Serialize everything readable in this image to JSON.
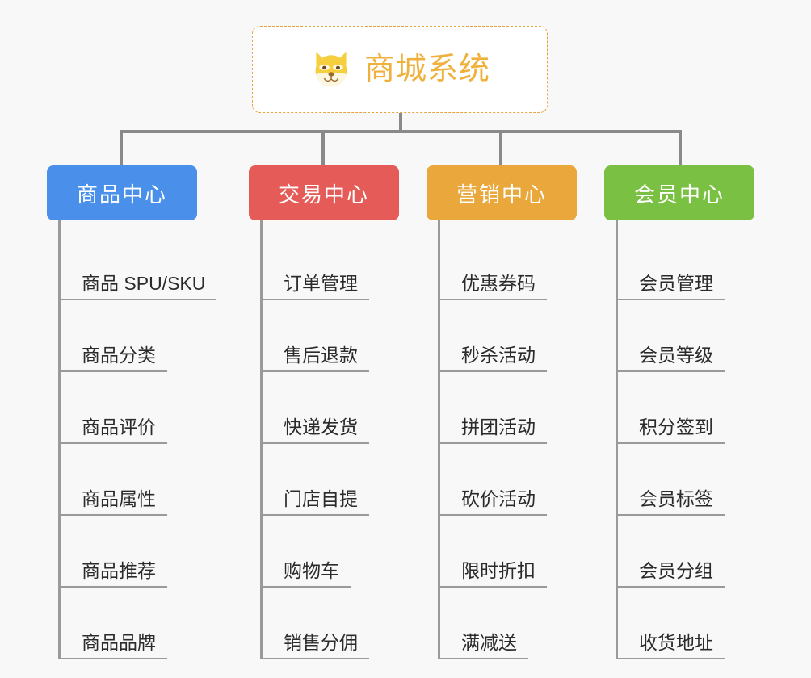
{
  "page": {
    "background_color": "#f8f8f8",
    "line_color": "#8a8a8a",
    "leaf_line_color": "#9a9a9a",
    "leaf_text_color": "#2b2b2b"
  },
  "root": {
    "title": "商城系统",
    "icon": "shiba-dog-face-icon",
    "text_color": "#f0b03c",
    "border_color": "#e8a33d",
    "background_color": "#ffffff"
  },
  "categories": [
    {
      "label": "商品中心",
      "color": "#4a90ea",
      "items": [
        "商品 SPU/SKU",
        "商品分类",
        "商品评价",
        "商品属性",
        "商品推荐",
        "商品品牌"
      ]
    },
    {
      "label": "交易中心",
      "color": "#e55b58",
      "items": [
        "订单管理",
        "售后退款",
        "快递发货",
        "门店自提",
        "购物车",
        "销售分佣"
      ]
    },
    {
      "label": "营销中心",
      "color": "#eaa83c",
      "items": [
        "优惠券码",
        "秒杀活动",
        "拼团活动",
        "砍价活动",
        "限时折扣",
        "满减送"
      ]
    },
    {
      "label": "会员中心",
      "color": "#7ac043",
      "items": [
        "会员管理",
        "会员等级",
        "积分签到",
        "会员标签",
        "会员分组",
        "收货地址"
      ]
    }
  ]
}
